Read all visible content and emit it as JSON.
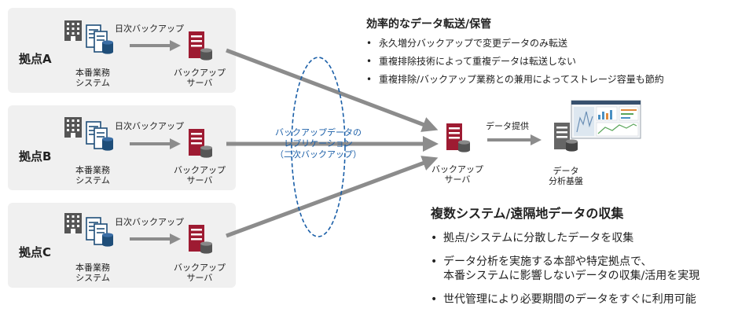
{
  "sites": [
    {
      "name": "拠点A",
      "system_label": "本番業務\nシステム",
      "backup_label": "バックアップ\nサーバ",
      "arrow_label": "日次バックアップ"
    },
    {
      "name": "拠点B",
      "system_label": "本番業務\nシステム",
      "backup_label": "バックアップ\nサーバ",
      "arrow_label": "日次バックアップ"
    },
    {
      "name": "拠点C",
      "system_label": "本番業務\nシステム",
      "backup_label": "バックアップ\nサーバ",
      "arrow_label": "日次バックアップ"
    }
  ],
  "replication_label": "バックアップデータの\nレプリケーション\n（二次バックアップ）",
  "central_server_label": "バックアップ\nサーバ",
  "data_provision_label": "データ提供",
  "data_platform_label": "データ\n分析基盤",
  "transfer_section": {
    "title": "効率的なデータ転送/保管",
    "bullets": [
      "永久増分バックアップで変更データのみ転送",
      "重複排除技術によって重複データは転送しない",
      "重複排除/バックアップ業務との兼用によってストレージ容量も節約"
    ]
  },
  "collection_section": {
    "title": "複数システム/遠隔地データの収集",
    "bullets": [
      "拠点/システムに分散したデータを収集",
      "データ分析を実施する本部や特定拠点で、\n本番システムに影響しないデータの収集/活用を実現",
      "世代管理により必要期間のデータをすぐに利用可能"
    ]
  },
  "colors": {
    "server_red": "#9e1b32",
    "cylinder_blue": "#1f4e79",
    "building_gray": "#555555",
    "arrow_gray": "#8c8c8c",
    "ellipse_blue": "#1b5fa8",
    "panel_bg": "#f0f0f0"
  },
  "icons": {
    "building": "building-icon",
    "production_system": "production-system-icon",
    "backup_server": "backup-server-icon",
    "data_platform": "data-platform-icon",
    "dashboard": "dashboard-screenshot"
  }
}
